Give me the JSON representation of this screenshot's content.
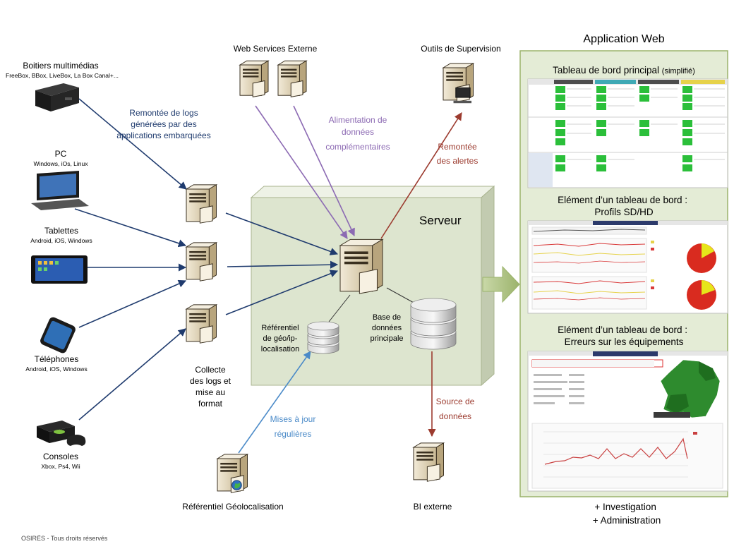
{
  "devices": {
    "boitiers": {
      "title": "Boitiers multimédias",
      "subtitle": "FreeBox, BBox, LiveBox, La Box Canal+..."
    },
    "pc": {
      "title": "PC",
      "subtitle": "Windows, iOs, Linux"
    },
    "tablettes": {
      "title": "Tablettes",
      "subtitle": "Android, iOS, Windows"
    },
    "telephones": {
      "title": "Téléphones",
      "subtitle": "Android, iOS, Windows"
    },
    "consoles": {
      "title": "Consoles",
      "subtitle": "Xbox, Ps4, Wii"
    }
  },
  "flows": {
    "logs": [
      "Remontée de logs",
      "générées par des",
      "applications embarquées"
    ],
    "alimentation": [
      "Alimentation de",
      "données",
      "complémentaires"
    ],
    "alertes": [
      "Remontée",
      "des alertes"
    ],
    "mises_a_jour": [
      "Mises à jour",
      "régulières"
    ],
    "source": [
      "Source de",
      "données"
    ]
  },
  "nodes": {
    "web_services": "Web Services Externe",
    "supervision": "Outils de Supervision",
    "collecte": [
      "Collecte",
      "des logs et",
      "mise au",
      "format"
    ],
    "referentiel_local": [
      "Référentiel",
      "de géo/ip-",
      "localisation"
    ],
    "base": [
      "Base de",
      "données",
      "principale"
    ],
    "geoloc": "Référentiel Géolocalisation",
    "bi": "BI externe"
  },
  "server": {
    "title": "Serveur"
  },
  "app": {
    "title": "Application Web",
    "dashboard_main": {
      "title": "Tableau de bord principal",
      "suffix": "(simplifié)"
    },
    "dashboard_profils": [
      "Elément d’un tableau de bord :",
      "Profils SD/HD"
    ],
    "dashboard_erreurs": [
      "Elément d’un tableau de bord :",
      "Erreurs sur les équipements"
    ],
    "footer": [
      "+ Investigation",
      "+ Administration"
    ]
  },
  "copyright": "OSIRÉS - Tous droits réservés",
  "colors": {
    "logs_arrow": "#1f3b6e",
    "alimentation_arrow": "#8c6ab3",
    "alertes_arrow": "#9c3b2f",
    "mises_arrow": "#4a8ac8",
    "server_fill": "#dde5cf",
    "app_fill": "#e4ecd6",
    "app_border": "#9bb36b"
  }
}
